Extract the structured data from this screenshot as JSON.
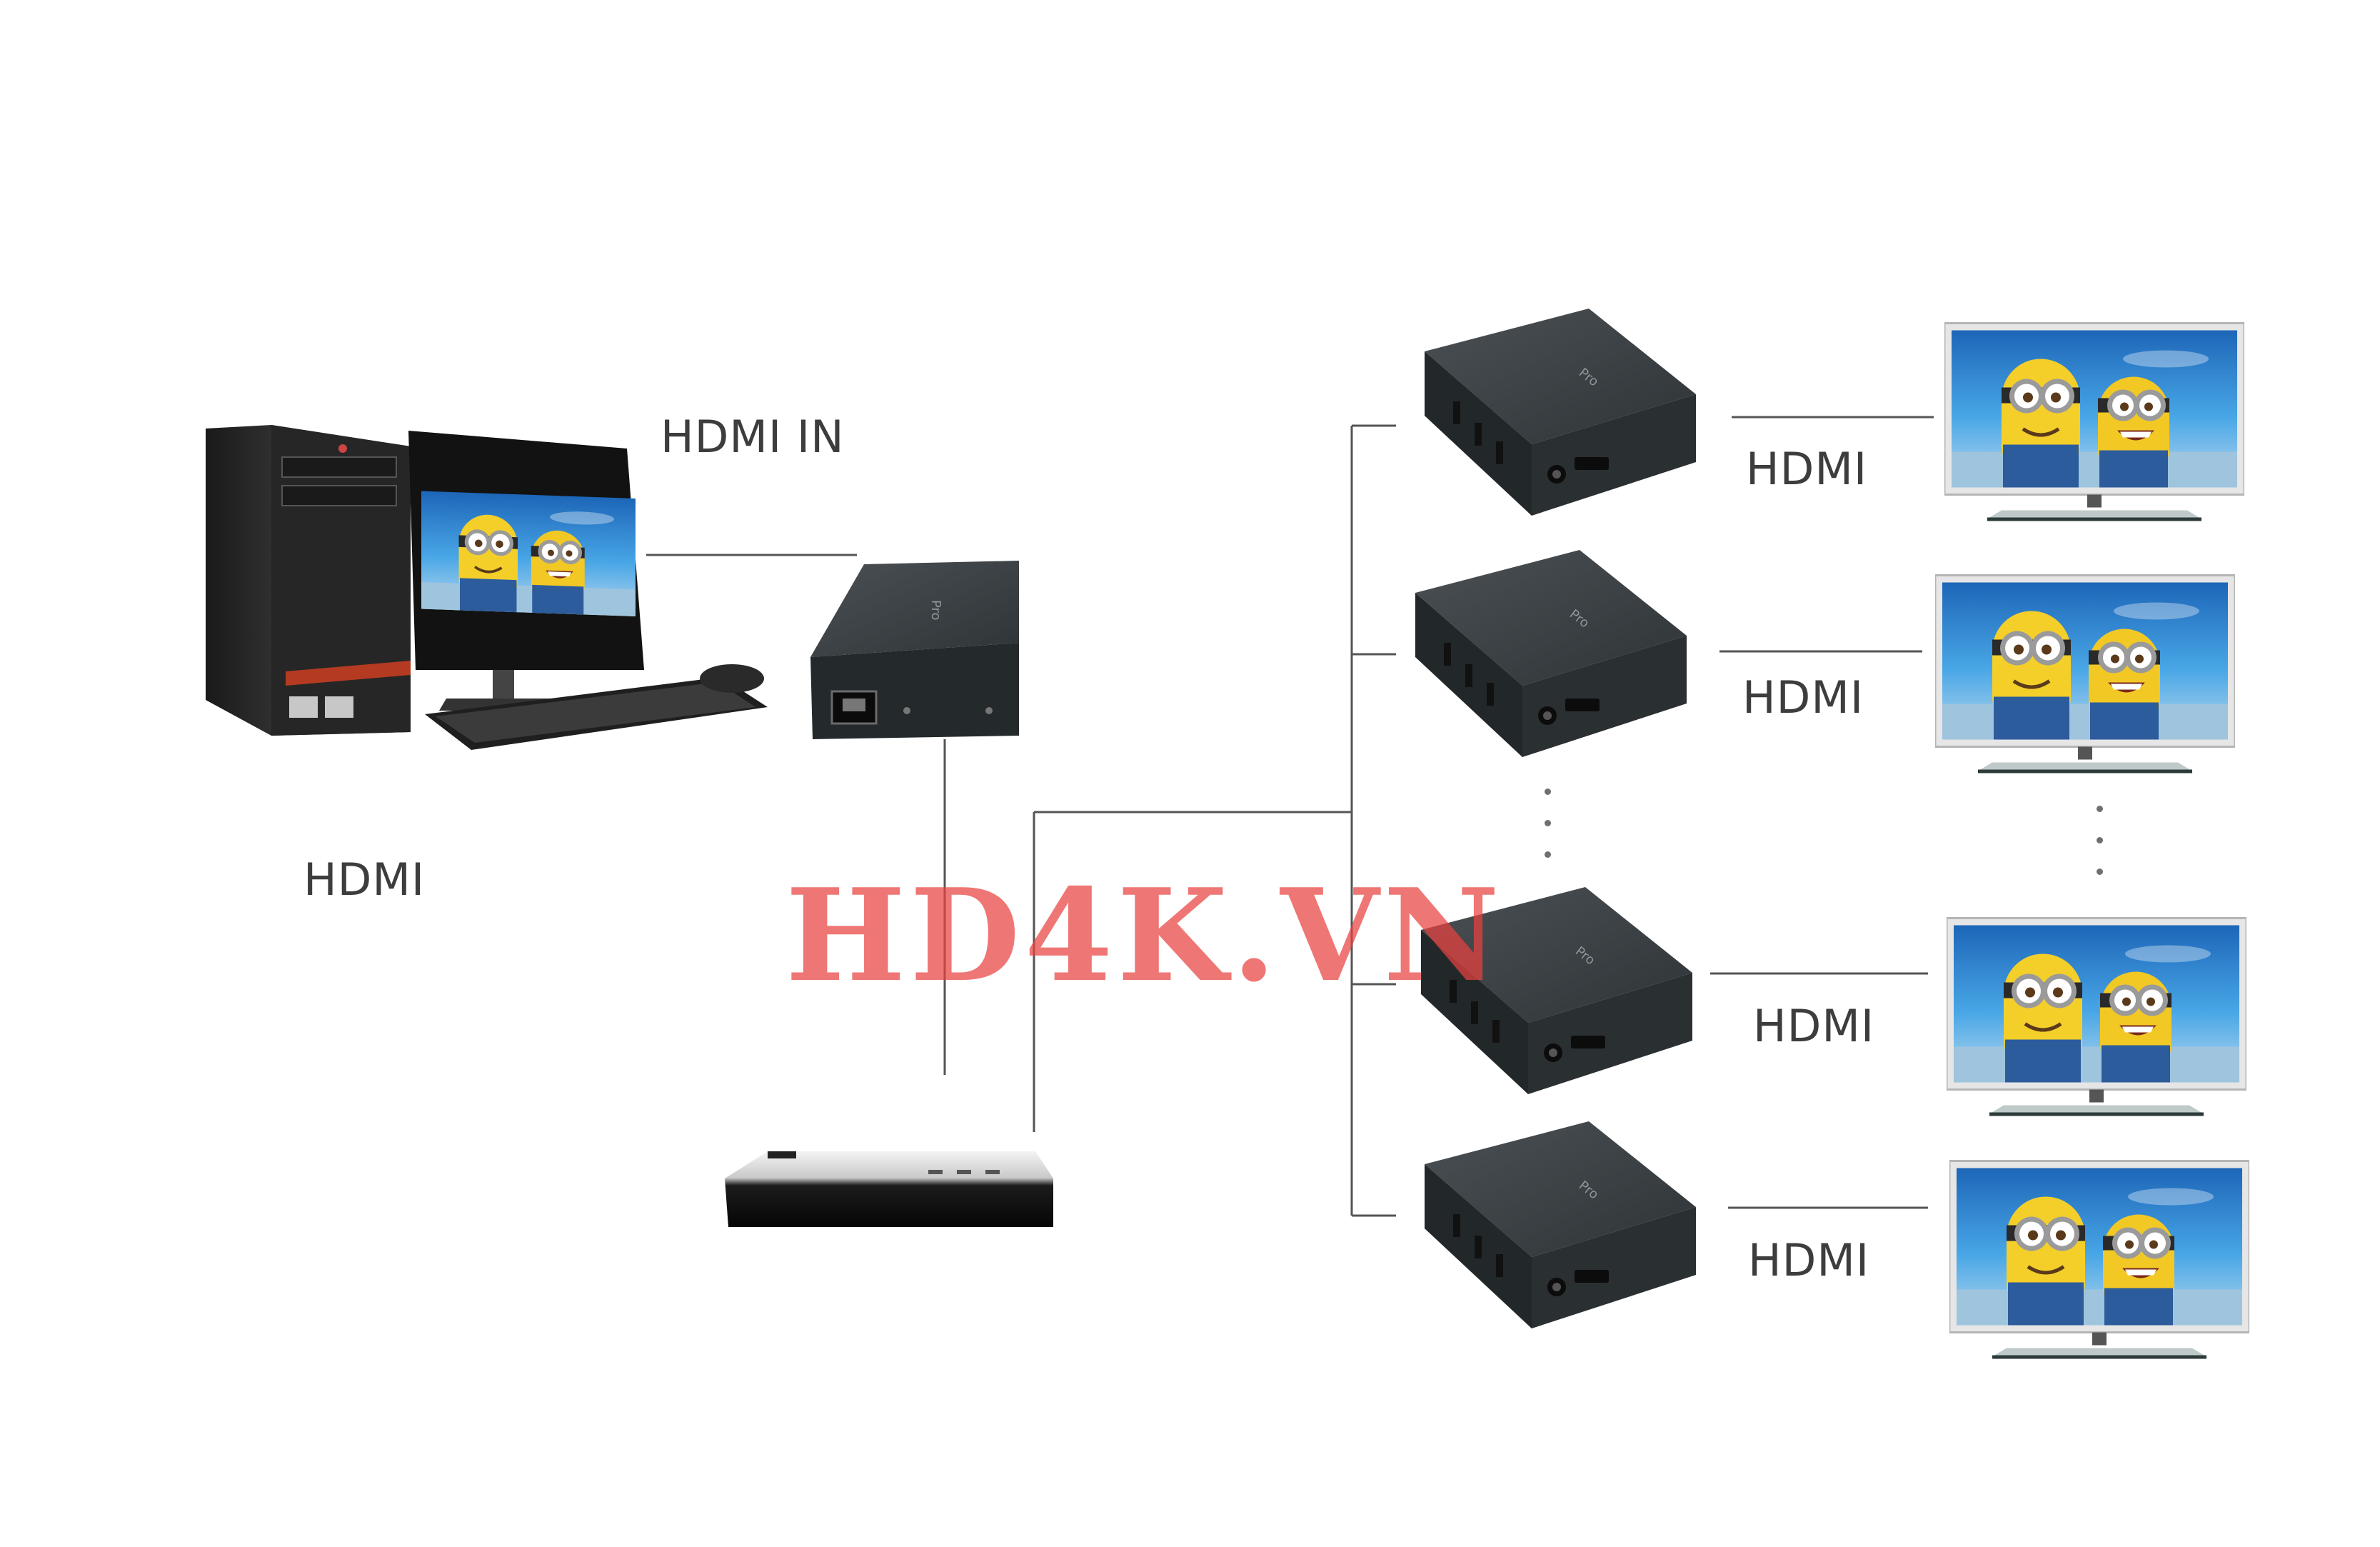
{
  "labels": {
    "hdmi_in": "HDMI IN",
    "hdmi_source": "HDMI",
    "hdmi_out": [
      "HDMI",
      "HDMI",
      "HDMI",
      "HDMI"
    ]
  },
  "watermark": "HD4K.VN",
  "devices": {
    "pc": "desktop-computer-with-monitor",
    "transmitter": "hdmi-extender-transmitter",
    "switch": "network-switch",
    "receivers": 4,
    "displays": 4
  },
  "colors": {
    "line": "#555555",
    "device_body": "#33383b",
    "watermark": "#e8423f",
    "screen_sky": "#2f8fd8",
    "minion_yellow": "#f4cf2a",
    "overalls": "#2c5c9c"
  }
}
